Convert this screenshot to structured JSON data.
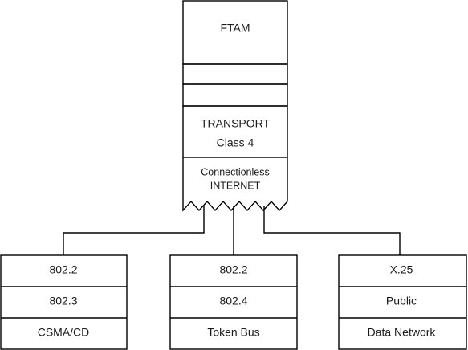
{
  "stack": {
    "top_label": "FTAM",
    "transport_line1": "TRANSPORT",
    "transport_line2": "Class 4",
    "network_line1": "Connectionless",
    "network_line2": "INTERNET"
  },
  "subnets": [
    {
      "rows": [
        "802.2",
        "802.3",
        "CSMA/CD"
      ]
    },
    {
      "rows": [
        "802.2",
        "802.4",
        "Token Bus"
      ]
    },
    {
      "rows": [
        "X.25",
        "Public",
        "Data Network"
      ]
    }
  ]
}
